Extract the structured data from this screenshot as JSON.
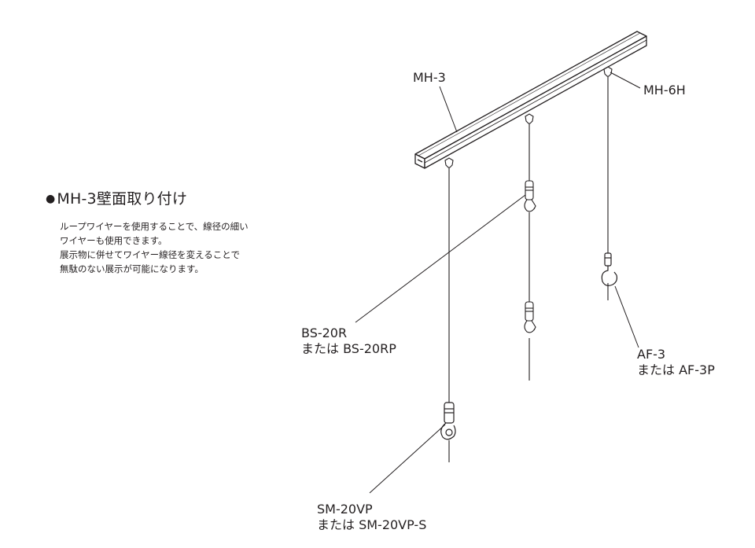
{
  "heading": {
    "bullet": "●",
    "text": "MH-3壁面取り付け"
  },
  "description": [
    "ループワイヤーを使用することで、線径の細い",
    "ワイヤーも使用できます。",
    "展示物に併せてワイヤー線径を変えることで",
    "無駄のない展示が可能になります。"
  ],
  "labels": {
    "rail": "MH-3",
    "runner": "MH-6H",
    "gripper_mid": {
      "line1": "BS-20R",
      "line2": "または BS-20RP"
    },
    "hook": {
      "line1": "AF-3",
      "line2": "または AF-3P"
    },
    "gripper_low": {
      "line1": "SM-20VP",
      "line2": "または SM-20VP-S"
    }
  },
  "colors": {
    "ink": "#231f20",
    "background": "#ffffff"
  }
}
